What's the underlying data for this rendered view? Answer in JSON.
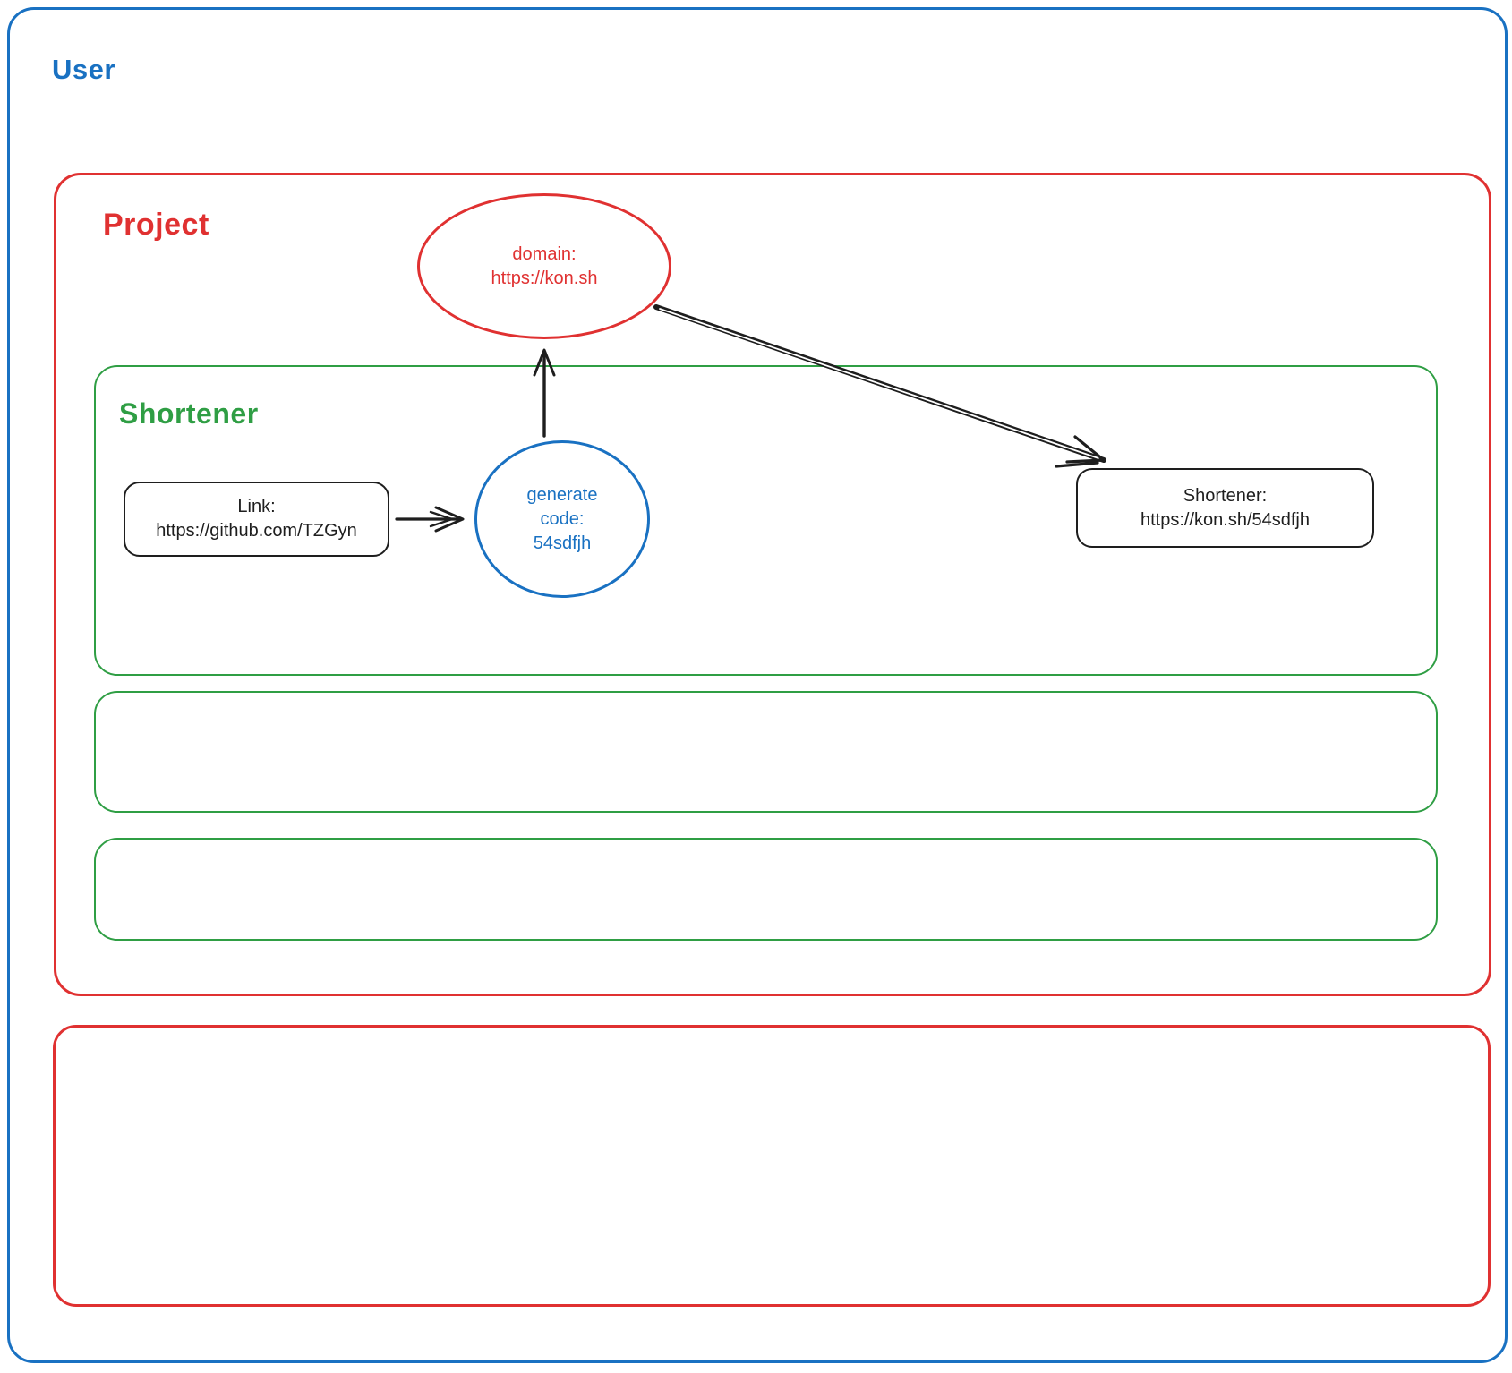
{
  "diagram": {
    "user_label": "User",
    "project_label": "Project",
    "shortener_label": "Shortener",
    "domain_node": {
      "line1": "domain:",
      "line2": "https://kon.sh"
    },
    "link_node": {
      "line1": "Link:",
      "line2": "https://github.com/TZGyn"
    },
    "generate_node": {
      "line1": "generate",
      "line2": "code:",
      "line3": "54sdfjh"
    },
    "result_node": {
      "line1": "Shortener:",
      "line2": "https://kon.sh/54sdfjh"
    }
  },
  "colors": {
    "blue": "#1971c2",
    "red": "#e03131",
    "green": "#2f9e44",
    "ink": "#1e1e1e",
    "background": "#ffffff"
  }
}
